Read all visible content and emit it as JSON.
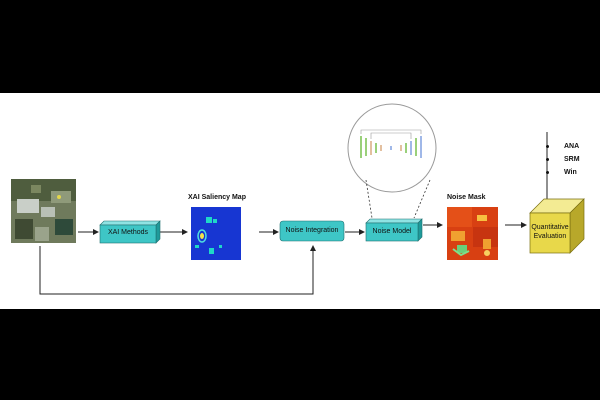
{
  "diagram": {
    "nodes": {
      "xai_methods": "XAI Methods",
      "saliency_title": "XAI Saliency Map",
      "noise_integration": "Noise Integration",
      "noise_model": "Noise Model",
      "noise_mask_title": "Noise Mask",
      "evaluation_line1": "Quantitative",
      "evaluation_line2": "Evaluation"
    },
    "metrics": [
      "ANA",
      "SRM",
      "Win"
    ]
  },
  "colors": {
    "box_face": "#3ec6c6",
    "box_top": "#8fe3e3",
    "box_side": "#1f9a9a",
    "eval_face": "#e8d84a",
    "eval_top": "#f3eb93",
    "eval_side": "#b8a82a"
  }
}
